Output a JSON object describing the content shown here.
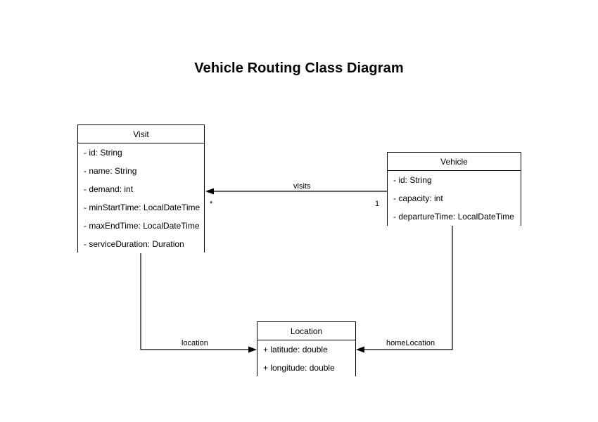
{
  "diagram": {
    "title": "Vehicle Routing Class Diagram",
    "type": "uml-class-diagram",
    "background_color": "#ffffff",
    "line_color": "#000000",
    "text_color": "#000000",
    "classes": [
      {
        "name": "Visit",
        "attributes": [
          "- id: String",
          "- name: String",
          "- demand: int",
          "- minStartTime: LocalDateTime",
          "- maxEndTime: LocalDateTime",
          "- serviceDuration: Duration"
        ]
      },
      {
        "name": "Vehicle",
        "attributes": [
          "- id: String",
          "- capacity: int",
          "- departureTime: LocalDateTime"
        ]
      },
      {
        "name": "Location",
        "attributes": [
          "+ latitude: double",
          "+ longitude: double"
        ]
      }
    ],
    "relationships": [
      {
        "label": "visits",
        "from": "Vehicle",
        "to": "Visit",
        "source_multiplicity": "1",
        "target_multiplicity": "*"
      },
      {
        "label": "location",
        "from": "Visit",
        "to": "Location",
        "source_multiplicity": "",
        "target_multiplicity": ""
      },
      {
        "label": "homeLocation",
        "from": "Vehicle",
        "to": "Location",
        "source_multiplicity": "",
        "target_multiplicity": ""
      }
    ]
  }
}
